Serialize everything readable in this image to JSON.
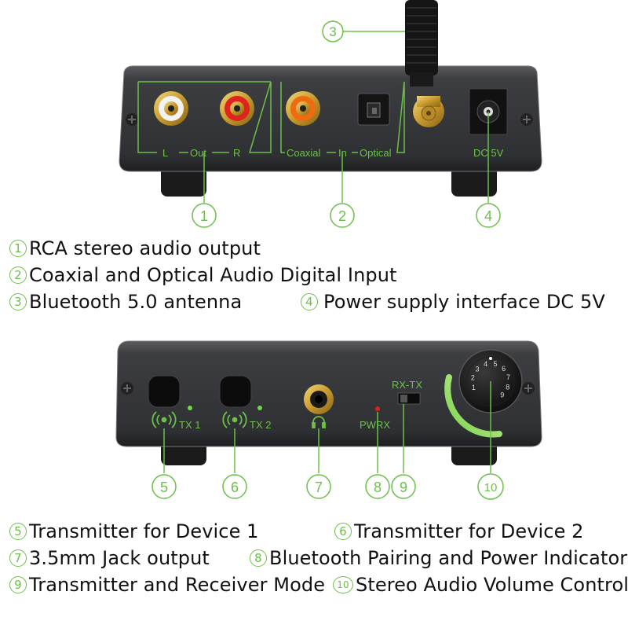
{
  "device_top": {
    "out_label": "Out",
    "left_label": "L",
    "right_label": "R",
    "coaxial_label": "Coaxial",
    "in_label": "In",
    "optical_label": "Optical",
    "dc_label": "DC 5V"
  },
  "device_bottom": {
    "tx1_label": "TX 1",
    "tx2_label": "TX 2",
    "rxtx_label": "RX-TX",
    "pwrx_label": "PWRX",
    "knob_digits": [
      "1",
      "2",
      "3",
      "4",
      "5",
      "6",
      "7",
      "8",
      "9"
    ]
  },
  "callouts": [
    {
      "num": "1",
      "text": "RCA stereo audio output"
    },
    {
      "num": "2",
      "text": "Coaxial and Optical Audio Digital Input"
    },
    {
      "num": "3",
      "text": "Bluetooth 5.0 antenna"
    },
    {
      "num": "4",
      "text": "Power supply interface DC 5V"
    },
    {
      "num": "5",
      "text": "Transmitter for Device 1"
    },
    {
      "num": "6",
      "text": "Transmitter for Device 2"
    },
    {
      "num": "7",
      "text": "3.5mm Jack output"
    },
    {
      "num": "8",
      "text": "Bluetooth Pairing and Power Indicator"
    },
    {
      "num": "9",
      "text": "Transmitter and Receiver Mode"
    },
    {
      "num": "10",
      "text": "Stereo Audio Volume Control"
    }
  ],
  "colors": {
    "accent": "#6cc04a",
    "body": "#3a3b3d",
    "text": "#111111"
  }
}
